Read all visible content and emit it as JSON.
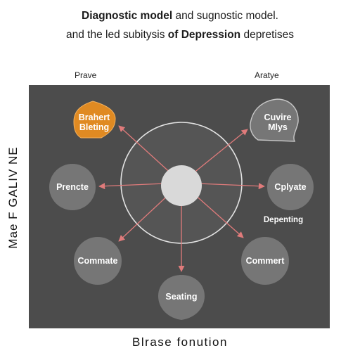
{
  "title": {
    "line1_bold": "Diagnostic model",
    "line1_rest": " and sugnostic model.",
    "line2_start": "and the led subitysis ",
    "line2_bold": "of Depression",
    "line2_end": " depretises"
  },
  "corner_labels": {
    "left": "Prave",
    "right": "Aratye"
  },
  "side_label": "Mae F GALIV NE",
  "bottom_label": "Blrase fonution",
  "nodes": {
    "top_left": {
      "line1": "Brahert",
      "line2": "Bleting"
    },
    "top_right": {
      "line1": "Cuvire",
      "line2": "Mlys"
    },
    "left": {
      "label": "Prencte"
    },
    "right": {
      "label": "Cplyate"
    },
    "right_caption": "Depenting",
    "bottom_left": {
      "label": "Commate"
    },
    "bottom_right": {
      "label": "Commert"
    },
    "bottom": {
      "label": "Seating"
    }
  },
  "colors": {
    "panel": "#4c4c4c",
    "node_fill": "#767676",
    "accent_node": "#e08a22",
    "arrow": "#e07b7b",
    "ring": "#e2e2e2",
    "hub": "#d9d9d9"
  }
}
